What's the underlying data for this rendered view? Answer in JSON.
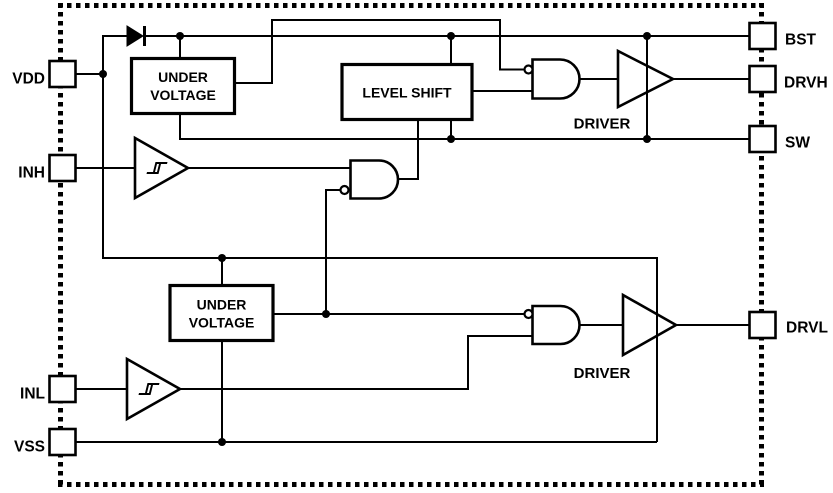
{
  "colors": {
    "ink": "#000000",
    "background": "#ffffff"
  },
  "pins": {
    "vdd": {
      "label": "VDD"
    },
    "inh": {
      "label": "INH"
    },
    "inl": {
      "label": "INL"
    },
    "vss": {
      "label": "VSS"
    },
    "bst": {
      "label": "BST"
    },
    "drvh": {
      "label": "DRVH"
    },
    "sw": {
      "label": "SW"
    },
    "drvl": {
      "label": "DRVL"
    }
  },
  "blocks": {
    "under_voltage_high": {
      "line1": "UNDER",
      "line2": "VOLTAGE"
    },
    "under_voltage_low": {
      "line1": "UNDER",
      "line2": "VOLTAGE"
    },
    "level_shift": {
      "label": "LEVEL SHIFT"
    },
    "driver_high": {
      "label": "DRIVER"
    },
    "driver_low": {
      "label": "DRIVER"
    }
  }
}
